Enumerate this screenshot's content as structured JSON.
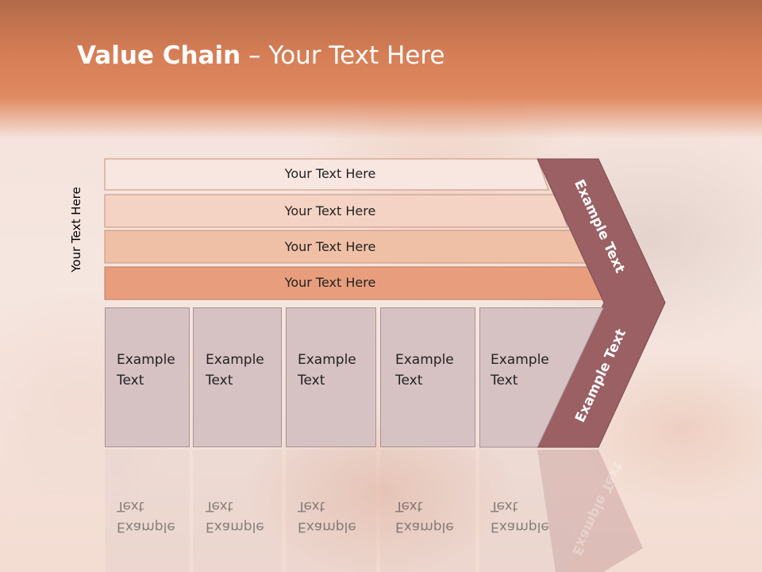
{
  "slide": {
    "title_bold": "Value Chain",
    "title_rest": " – Your Text Here",
    "side_label": "Your Text Here",
    "bars": [
      {
        "label": "Your Text Here",
        "color": "#f8e6e0"
      },
      {
        "label": "Your Text Here",
        "color": "#f5d3c4"
      },
      {
        "label": "Your Text Here",
        "color": "#f0c0a6"
      },
      {
        "label": "Your Text Here",
        "color": "#e89e7c"
      }
    ],
    "cards": [
      {
        "line1": "Example",
        "line2": "Text"
      },
      {
        "line1": "Example",
        "line2": "Text"
      },
      {
        "line1": "Example",
        "line2": "Text"
      },
      {
        "line1": "Example",
        "line2": "Text"
      },
      {
        "line1": "Example",
        "line2": "Text"
      }
    ],
    "chevron_upper": "Example Text",
    "chevron_lower": "Example Text",
    "colors": {
      "header": "#d67e56",
      "chevron": "#9a6064",
      "card": "#d6c2c3"
    }
  }
}
